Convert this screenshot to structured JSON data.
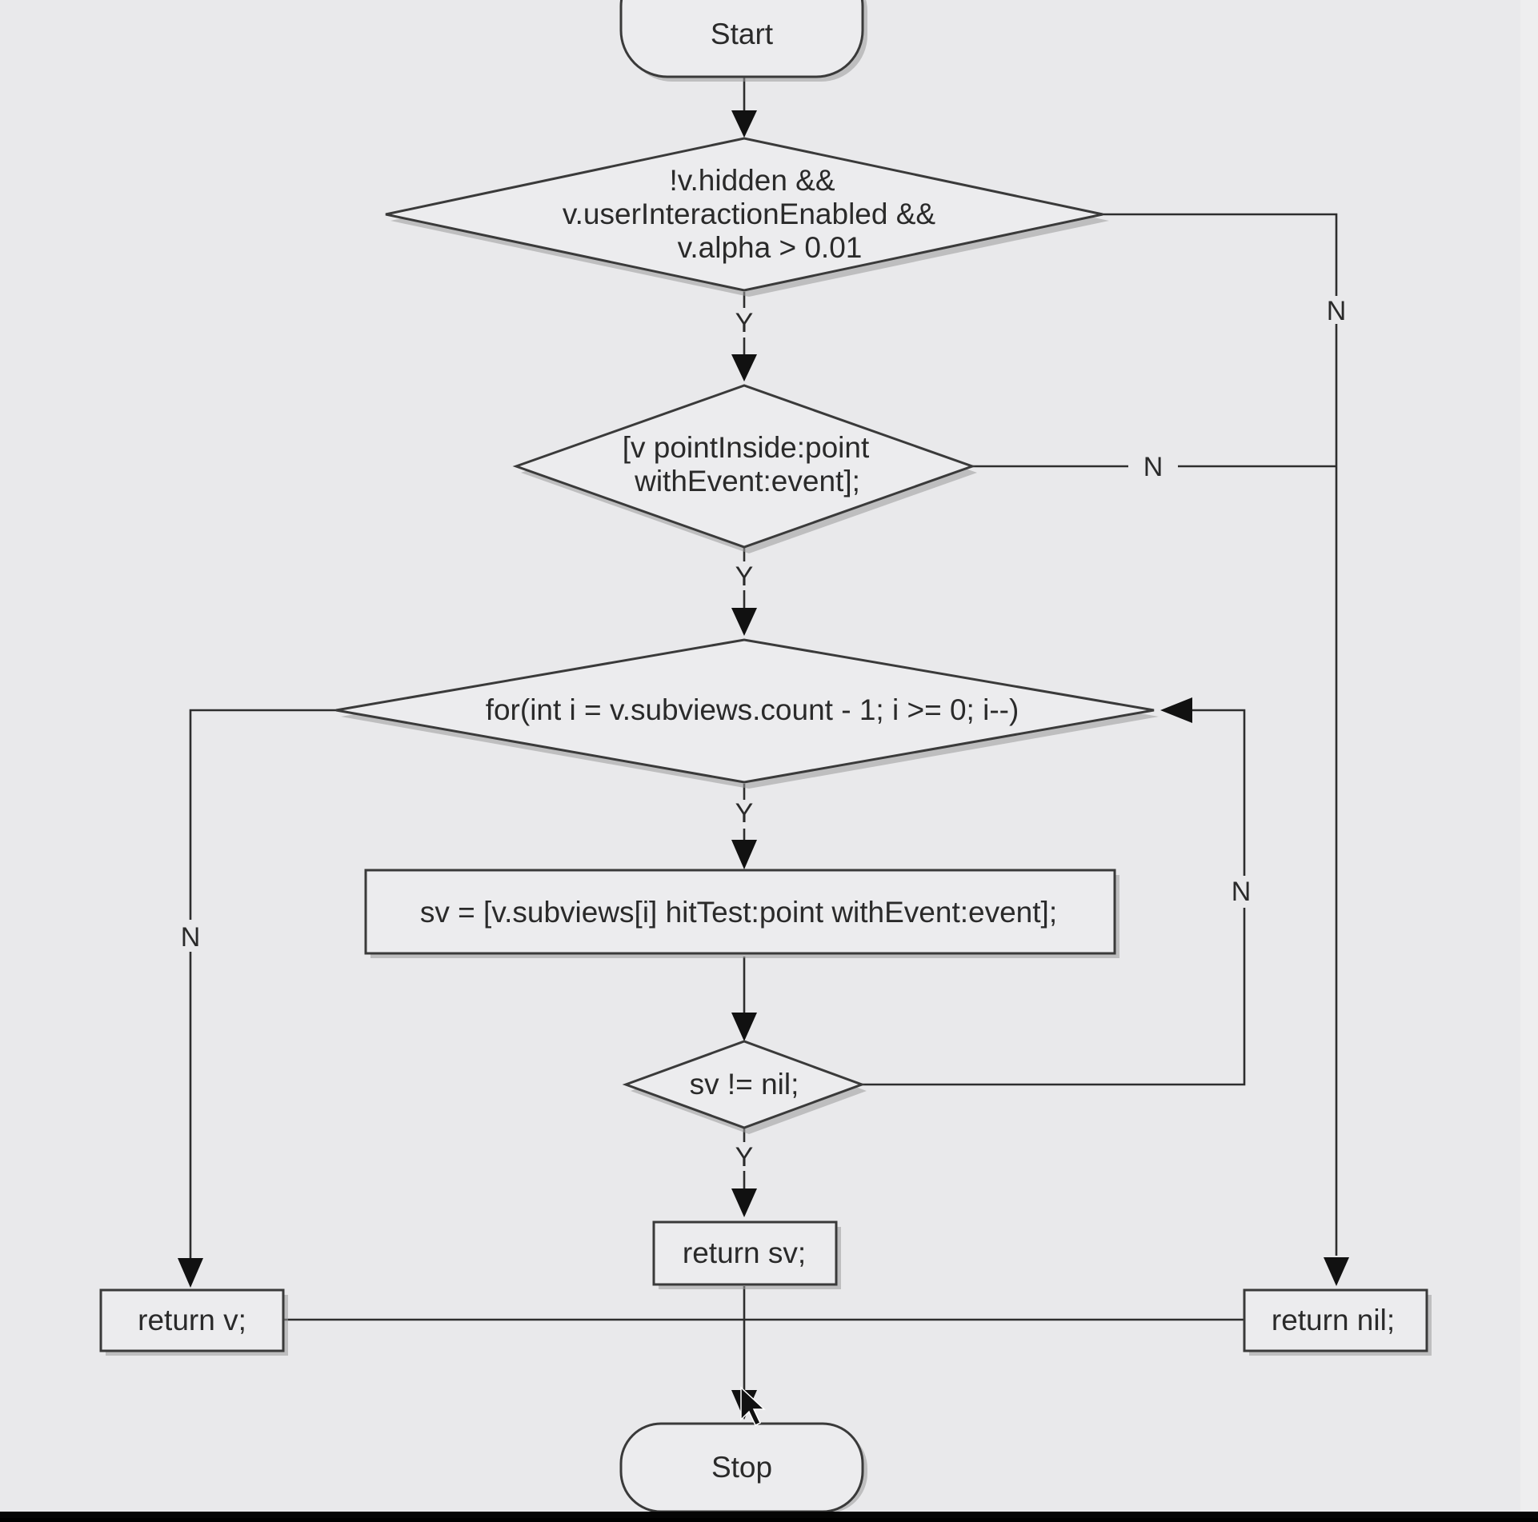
{
  "nodes": {
    "start": "Start",
    "decision_visible": [
      "!v.hidden &&",
      "v.userInteractionEnabled &&",
      "v.alpha > 0.01"
    ],
    "decision_point_inside": [
      "[v pointInside:point",
      "withEvent:event];"
    ],
    "decision_loop": "for(int i = v.subviews.count - 1; i >= 0; i--)",
    "process_hit_test": "sv = [v.subviews[i] hitTest:point withEvent:event];",
    "decision_sv_not_nil": "sv != nil;",
    "return_sv": "return sv;",
    "return_v": "return v;",
    "return_nil": "return nil;",
    "stop": "Stop"
  },
  "edge_labels": {
    "visible_yes": "Y",
    "visible_no": "N",
    "inside_yes": "Y",
    "inside_no": "N",
    "loop_yes": "Y",
    "loop_no": "N",
    "sv_yes": "Y",
    "sv_no": "N"
  },
  "colors": {
    "background": "#e9e9eb",
    "shape_fill": "#ececee",
    "stroke": "#3a3a3a",
    "text": "#2a2a2a"
  }
}
